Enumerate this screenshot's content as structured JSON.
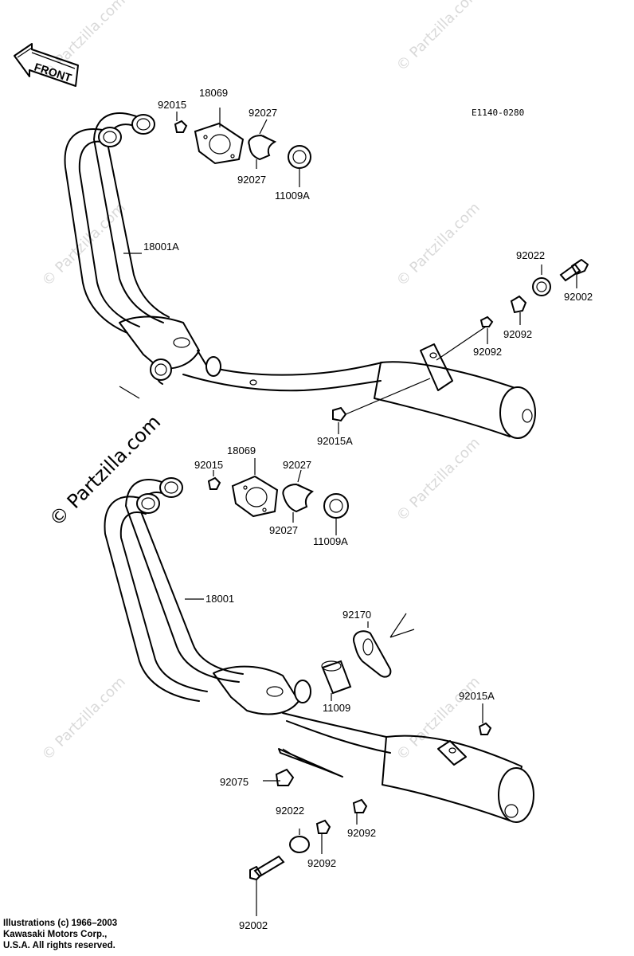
{
  "diagram": {
    "reference_code": "E1140-0280",
    "front_label": "FRONT",
    "watermark_main": "© Partzilla.com",
    "watermark_small": "© Partzilla.com",
    "upper_labels": {
      "p92015": "92015",
      "p18069": "18069",
      "p92027_top": "92027",
      "p92027_bottom": "92027",
      "p11009A": "11009A",
      "p18001A": "18001A",
      "p92022": "92022",
      "p92002": "92002",
      "p92092_a": "92092",
      "p92092_b": "92092",
      "p92015A": "92015A"
    },
    "lower_labels": {
      "p18069": "18069",
      "p92015": "92015",
      "p92027_top": "92027",
      "p92027_bottom": "92027",
      "p11009A": "11009A",
      "p18001": "18001",
      "p92170": "92170",
      "p11009": "11009",
      "p92015A": "92015A",
      "p92075": "92075",
      "p92022": "92022",
      "p92092_a": "92092",
      "p92092_b": "92092",
      "p92002": "92002"
    }
  },
  "copyright": {
    "line1": "Illustrations (c) 1966–2003",
    "line2": "Kawasaki Motors Corp.,",
    "line3": "U.S.A.  All rights reserved."
  }
}
